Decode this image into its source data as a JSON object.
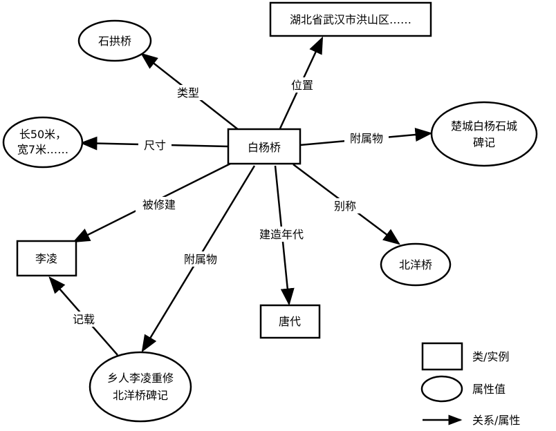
{
  "nodes": {
    "bai_yang_qiao": {
      "label": [
        "白杨桥"
      ],
      "shape": "rect"
    },
    "hubei_address": {
      "label": [
        "湖北省武汉市洪山区……"
      ],
      "shape": "rect"
    },
    "shi_gong_qiao": {
      "label": [
        "石拱桥"
      ],
      "shape": "ellipse"
    },
    "size_value": {
      "label": [
        "长50米，",
        "宽7米……"
      ],
      "shape": "ellipse"
    },
    "chu_cheng_stele": {
      "label": [
        "楚城白杨石城",
        "碑记"
      ],
      "shape": "ellipse"
    },
    "li_ling": {
      "label": [
        "李凌"
      ],
      "shape": "rect"
    },
    "bei_yang_qiao": {
      "label": [
        "北洋桥"
      ],
      "shape": "ellipse"
    },
    "tang_dynasty": {
      "label": [
        "唐代"
      ],
      "shape": "rect"
    },
    "xiang_ren_stele": {
      "label": [
        "乡人李凌重修",
        "北洋桥碑记"
      ],
      "shape": "ellipse"
    }
  },
  "edges": {
    "type": {
      "label": "类型"
    },
    "location": {
      "label": "位置"
    },
    "size": {
      "label": "尺寸"
    },
    "attachment_1": {
      "label": "附属物"
    },
    "repaired_by": {
      "label": "被修建"
    },
    "alias": {
      "label": "别称"
    },
    "built_era": {
      "label": "建造年代"
    },
    "attachment_2": {
      "label": "附属物"
    },
    "records": {
      "label": "记载"
    }
  },
  "legend": {
    "class_instance": "类/实例",
    "attribute_value": "属性值",
    "relation_attribute": "关系/属性"
  }
}
